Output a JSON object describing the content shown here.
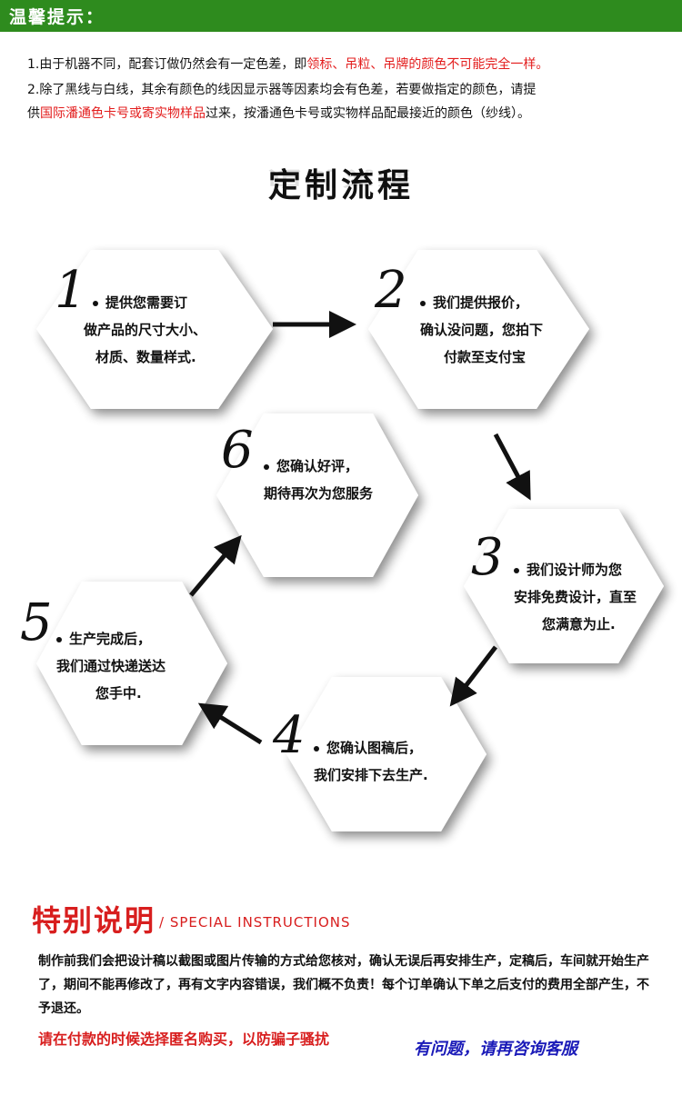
{
  "header": {
    "title": "温馨提示：",
    "bg_color": "#2e8b1e"
  },
  "notice": {
    "line1_a": "1.由于机器不同，配套订做仍然会有一定色差，即",
    "line1_red": "领标、吊粒、吊牌的颜色不可能完全一样。",
    "line2": "2.除了黑线与白线，其余有颜色的线因显示器等因素均会有色差，若要做指定的颜色，请提",
    "line3_a": "供",
    "line3_red": "国际潘通色卡号或寄实物样品",
    "line3_b": "过来，按潘通色卡号或实物样品配最接近的颜色（纱线）。"
  },
  "flow": {
    "title": "定制流程",
    "steps": [
      {
        "num": "1",
        "lines": [
          "提供您需要订",
          "做产品的尺寸大小、",
          "材质、数量样式."
        ]
      },
      {
        "num": "2",
        "lines": [
          "我们提供报价，",
          "确认没问题，您拍下",
          "付款至支付宝"
        ]
      },
      {
        "num": "3",
        "lines": [
          "我们设计师为您",
          "安排免费设计，直至",
          "您满意为止."
        ]
      },
      {
        "num": "4",
        "lines": [
          "您确认图稿后，",
          "我们安排下去生产."
        ]
      },
      {
        "num": "5",
        "lines": [
          "生产完成后，",
          "我们通过快递送达",
          "您手中."
        ]
      },
      {
        "num": "6",
        "lines": [
          "您确认好评，",
          "期待再次为您服务"
        ]
      }
    ]
  },
  "special": {
    "title": "特别说明",
    "subtitle": "/ SPECIAL INSTRUCTIONS",
    "body": "制作前我们会把设计稿以截图或图片传输的方式给您核对，确认无误后再安排生产，定稿后，车间就开始生产了，期间不能再修改了，再有文字内容错误，我们概不负责！每个订单确认下单之后支付的费用全部产生，不予退还。",
    "warning": "请在付款的时候选择匿名购买，以防骗子骚扰",
    "contact": "有问题，请再咨询客服",
    "accent_color": "#d81e1e",
    "contact_color": "#1a1ab8"
  }
}
